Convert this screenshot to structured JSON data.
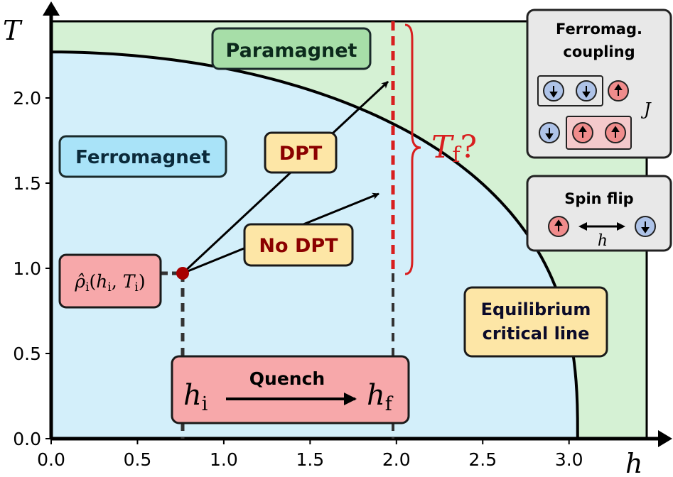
{
  "axes": {
    "x_var": "h",
    "y_var": "T",
    "x_ticks": [
      "0.0",
      "0.5",
      "1.0",
      "1.5",
      "2.0",
      "2.5",
      "3.0"
    ],
    "y_ticks": [
      "0.0",
      "0.5",
      "1.0",
      "1.5",
      "2.0"
    ]
  },
  "regions": {
    "paramagnet": "Paramagnet",
    "ferromagnet": "Ferromagnet",
    "paramagnet_color": "#d5f1d4",
    "ferromagnet_color": "#d3effa"
  },
  "labels": {
    "dpt": "DPT",
    "no_dpt": "No DPT",
    "equilibrium_line1": "Equilibrium",
    "equilibrium_line2": "critical line",
    "initial_state": {
      "rho": "ρ̂",
      "rho_sub": "i",
      "args_open": "(",
      "h": "h",
      "h_sub": "i",
      "comma": ", ",
      "T": "T",
      "T_sub": "i",
      "args_close": ")"
    },
    "quench_title": "Quench",
    "quench_from": {
      "var": "h",
      "sub": "i"
    },
    "quench_to": {
      "var": "h",
      "sub": "f"
    },
    "final_temp": {
      "var": "T",
      "sub": "f",
      "suffix": "?"
    }
  },
  "legend_boxes": {
    "ferromag_title_1": "Ferromag.",
    "ferromag_title_2": "coupling",
    "coupling_symbol": "J",
    "spin_flip_title": "Spin flip",
    "spin_flip_symbol": "h"
  },
  "colors": {
    "final_field_line": "#d81f1f",
    "initial_point": "#a80000",
    "dpt_text": "#8b0000",
    "label_box_fill": "#fde6a6",
    "state_box_fill": "#f7a8aa",
    "spin_up": "#f08c8c",
    "spin_down": "#aec3e8"
  },
  "chart_data": {
    "type": "diagram",
    "xlim": [
      0.0,
      3.45
    ],
    "ylim": [
      0.0,
      2.45
    ],
    "critical_line": {
      "h_at_T0": 3.05,
      "T_at_h0": 2.27
    },
    "initial_point": {
      "h": 0.77,
      "T": 1.0
    },
    "final_field": 2.0,
    "arrows": [
      {
        "label": "DPT",
        "to": {
          "h": 1.95,
          "T": 2.14
        }
      },
      {
        "label": "No DPT",
        "to": {
          "h": 1.92,
          "T": 1.5
        }
      }
    ]
  }
}
